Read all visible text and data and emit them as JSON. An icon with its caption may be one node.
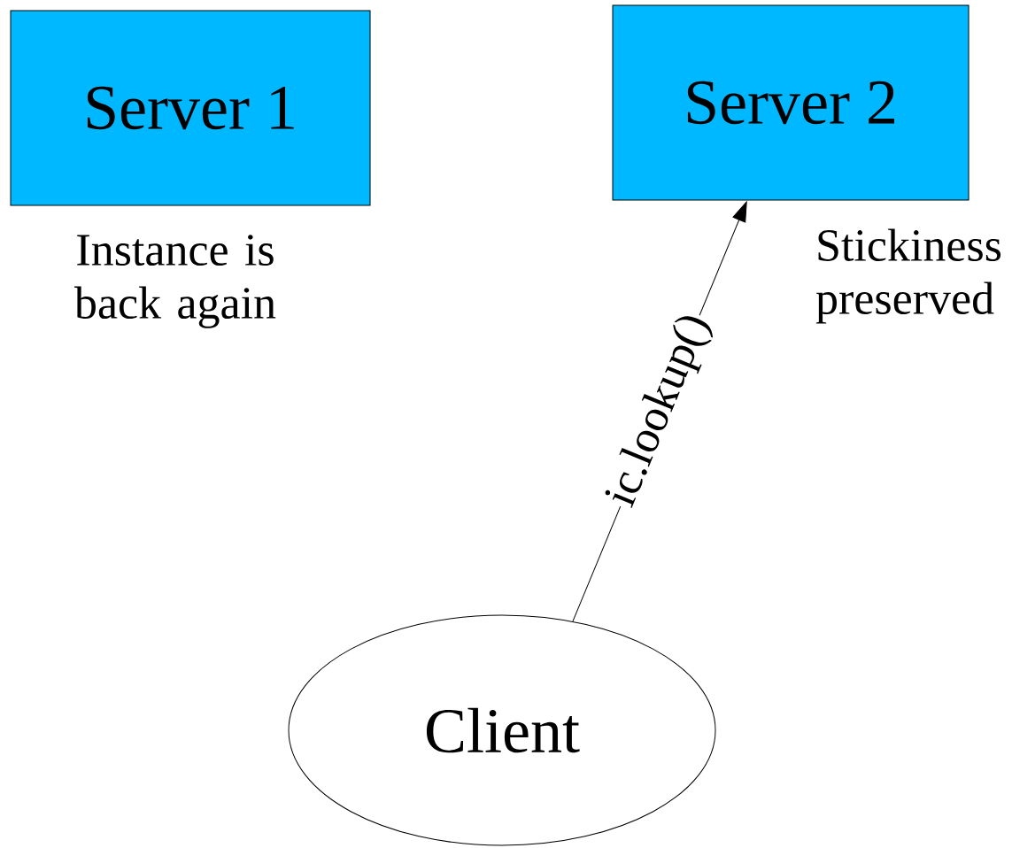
{
  "diagram": {
    "nodes": [
      {
        "text": [
          "Server 1"
        ],
        "beside": [
          "Instance is back again"
        ]
      },
      {
        "text": [
          "Server 2"
        ],
        "beside": [
          "Stickiness preserved"
        ]
      },
      {
        "text": [
          "Client"
        ]
      }
    ],
    "edges": [
      {
        "from": 2,
        "to": 1,
        "arrow": "to",
        "label": "ic.lookup()"
      }
    ]
  }
}
